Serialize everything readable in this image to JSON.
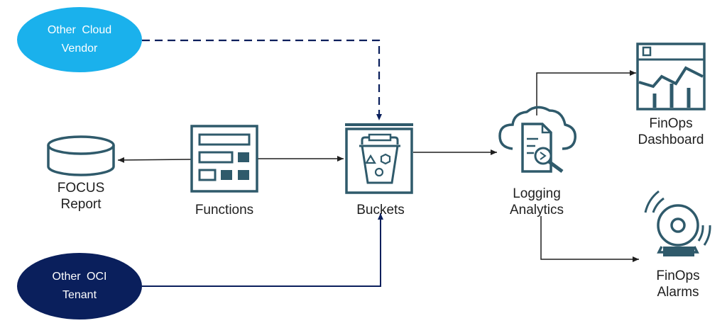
{
  "colors": {
    "icon": "#2f5a6b",
    "cloud_vendor_fill": "#1ab1ec",
    "oci_tenant_fill": "#0a1f5c",
    "dashed_line": "#0a1f5c",
    "solid_line": "#1f1f1f"
  },
  "nodes": {
    "cloud_vendor": {
      "line1": "Other Cloud",
      "line2": "Vendor",
      "text_color": "#ffffff"
    },
    "oci_tenant": {
      "line1": "Other OCI",
      "line2": "Tenant",
      "text_color": "#ffffff"
    },
    "focus_report": {
      "line1": "FOCUS",
      "line2": "Report",
      "icon": "database-icon"
    },
    "functions": {
      "line1": "Functions",
      "icon": "functions-grid-icon"
    },
    "buckets": {
      "line1": "Buckets",
      "icon": "bucket-icon"
    },
    "logging": {
      "line1": "Logging",
      "line2": "Analytics",
      "icon": "cloud-log-search-icon"
    },
    "dashboard": {
      "line1": "FinOps",
      "line2": "Dashboard",
      "icon": "dashboard-chart-icon"
    },
    "alarms": {
      "line1": "FinOps",
      "line2": "Alarms",
      "icon": "alarm-bell-icon"
    }
  }
}
